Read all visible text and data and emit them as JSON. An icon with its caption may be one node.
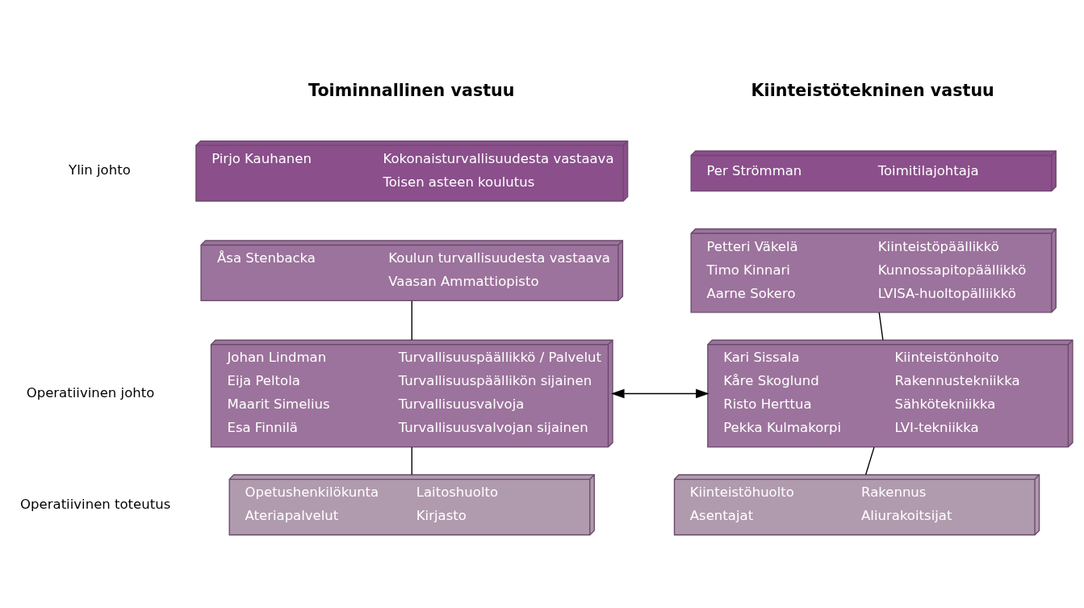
{
  "diagram": {
    "nodes": [
      {
        "text": [
          "Per Strömman",
          "Toimitilajohtaja"
        ]
      },
      {
        "text": [
          "Petteri Väkelä",
          "Kiinteistöpäällikkö",
          "Timo Kinnari",
          "Kunnossapitopäällikkö",
          "Aarne Sokero",
          "LVISA-huoltopälliikkö"
        ]
      },
      {
        "text": [
          "Kari Sissala",
          "Kiinteistönhoito",
          "Kåre Skoglund",
          "Rakennustekniikka",
          "Risto Herttua",
          "Sähkötekniikka",
          "Pekka Kulmakorpi",
          "LVI-tekniikka"
        ]
      },
      {
        "text": [
          "Kiinteistöhuolto",
          "Rakennus",
          "Asentajat",
          "Aliurakoitsijat"
        ]
      },
      {
        "text": [
          "Pirjo Kauhanen",
          "Kokonaisturvallisuudesta vastaava",
          "Toisen asteen koulutus"
        ]
      },
      {
        "text": [
          "Åsa Stenbacka",
          "Koulun turvallisuudesta vastaava",
          "Vaasan Ammattiopisto"
        ]
      },
      {
        "text": [
          "Johan Lindman",
          "Turvallisuuspäällikkö / Palvelut",
          "Eija Peltola",
          "Turvallisuuspäällikön sijainen",
          "Maarit Simelius",
          "Turvallisuusvalvoja",
          "Esa Finnilä",
          "Turvallisuusvalvojan sijainen"
        ]
      },
      {
        "text": [
          "Opetushenkilökunta",
          "Laitoshuolto",
          "Ateriapalvelut",
          "Kirjasto"
        ]
      }
    ],
    "edges": [
      {
        "from": 1,
        "to": 2,
        "arrow": "none"
      },
      {
        "from": 2,
        "to": 3,
        "arrow": "none"
      },
      {
        "from": 5,
        "to": 6,
        "arrow": "none"
      },
      {
        "from": 6,
        "to": 7,
        "arrow": "none"
      },
      {
        "from": 2,
        "to": 6,
        "arrow": "both"
      }
    ],
    "labels": [
      "Kiinteistötekninen vastuu",
      "Toiminnallinen vastuu",
      "Ylin johto",
      "Operatiivinen johto",
      "Operatiivinen toteutus"
    ]
  }
}
